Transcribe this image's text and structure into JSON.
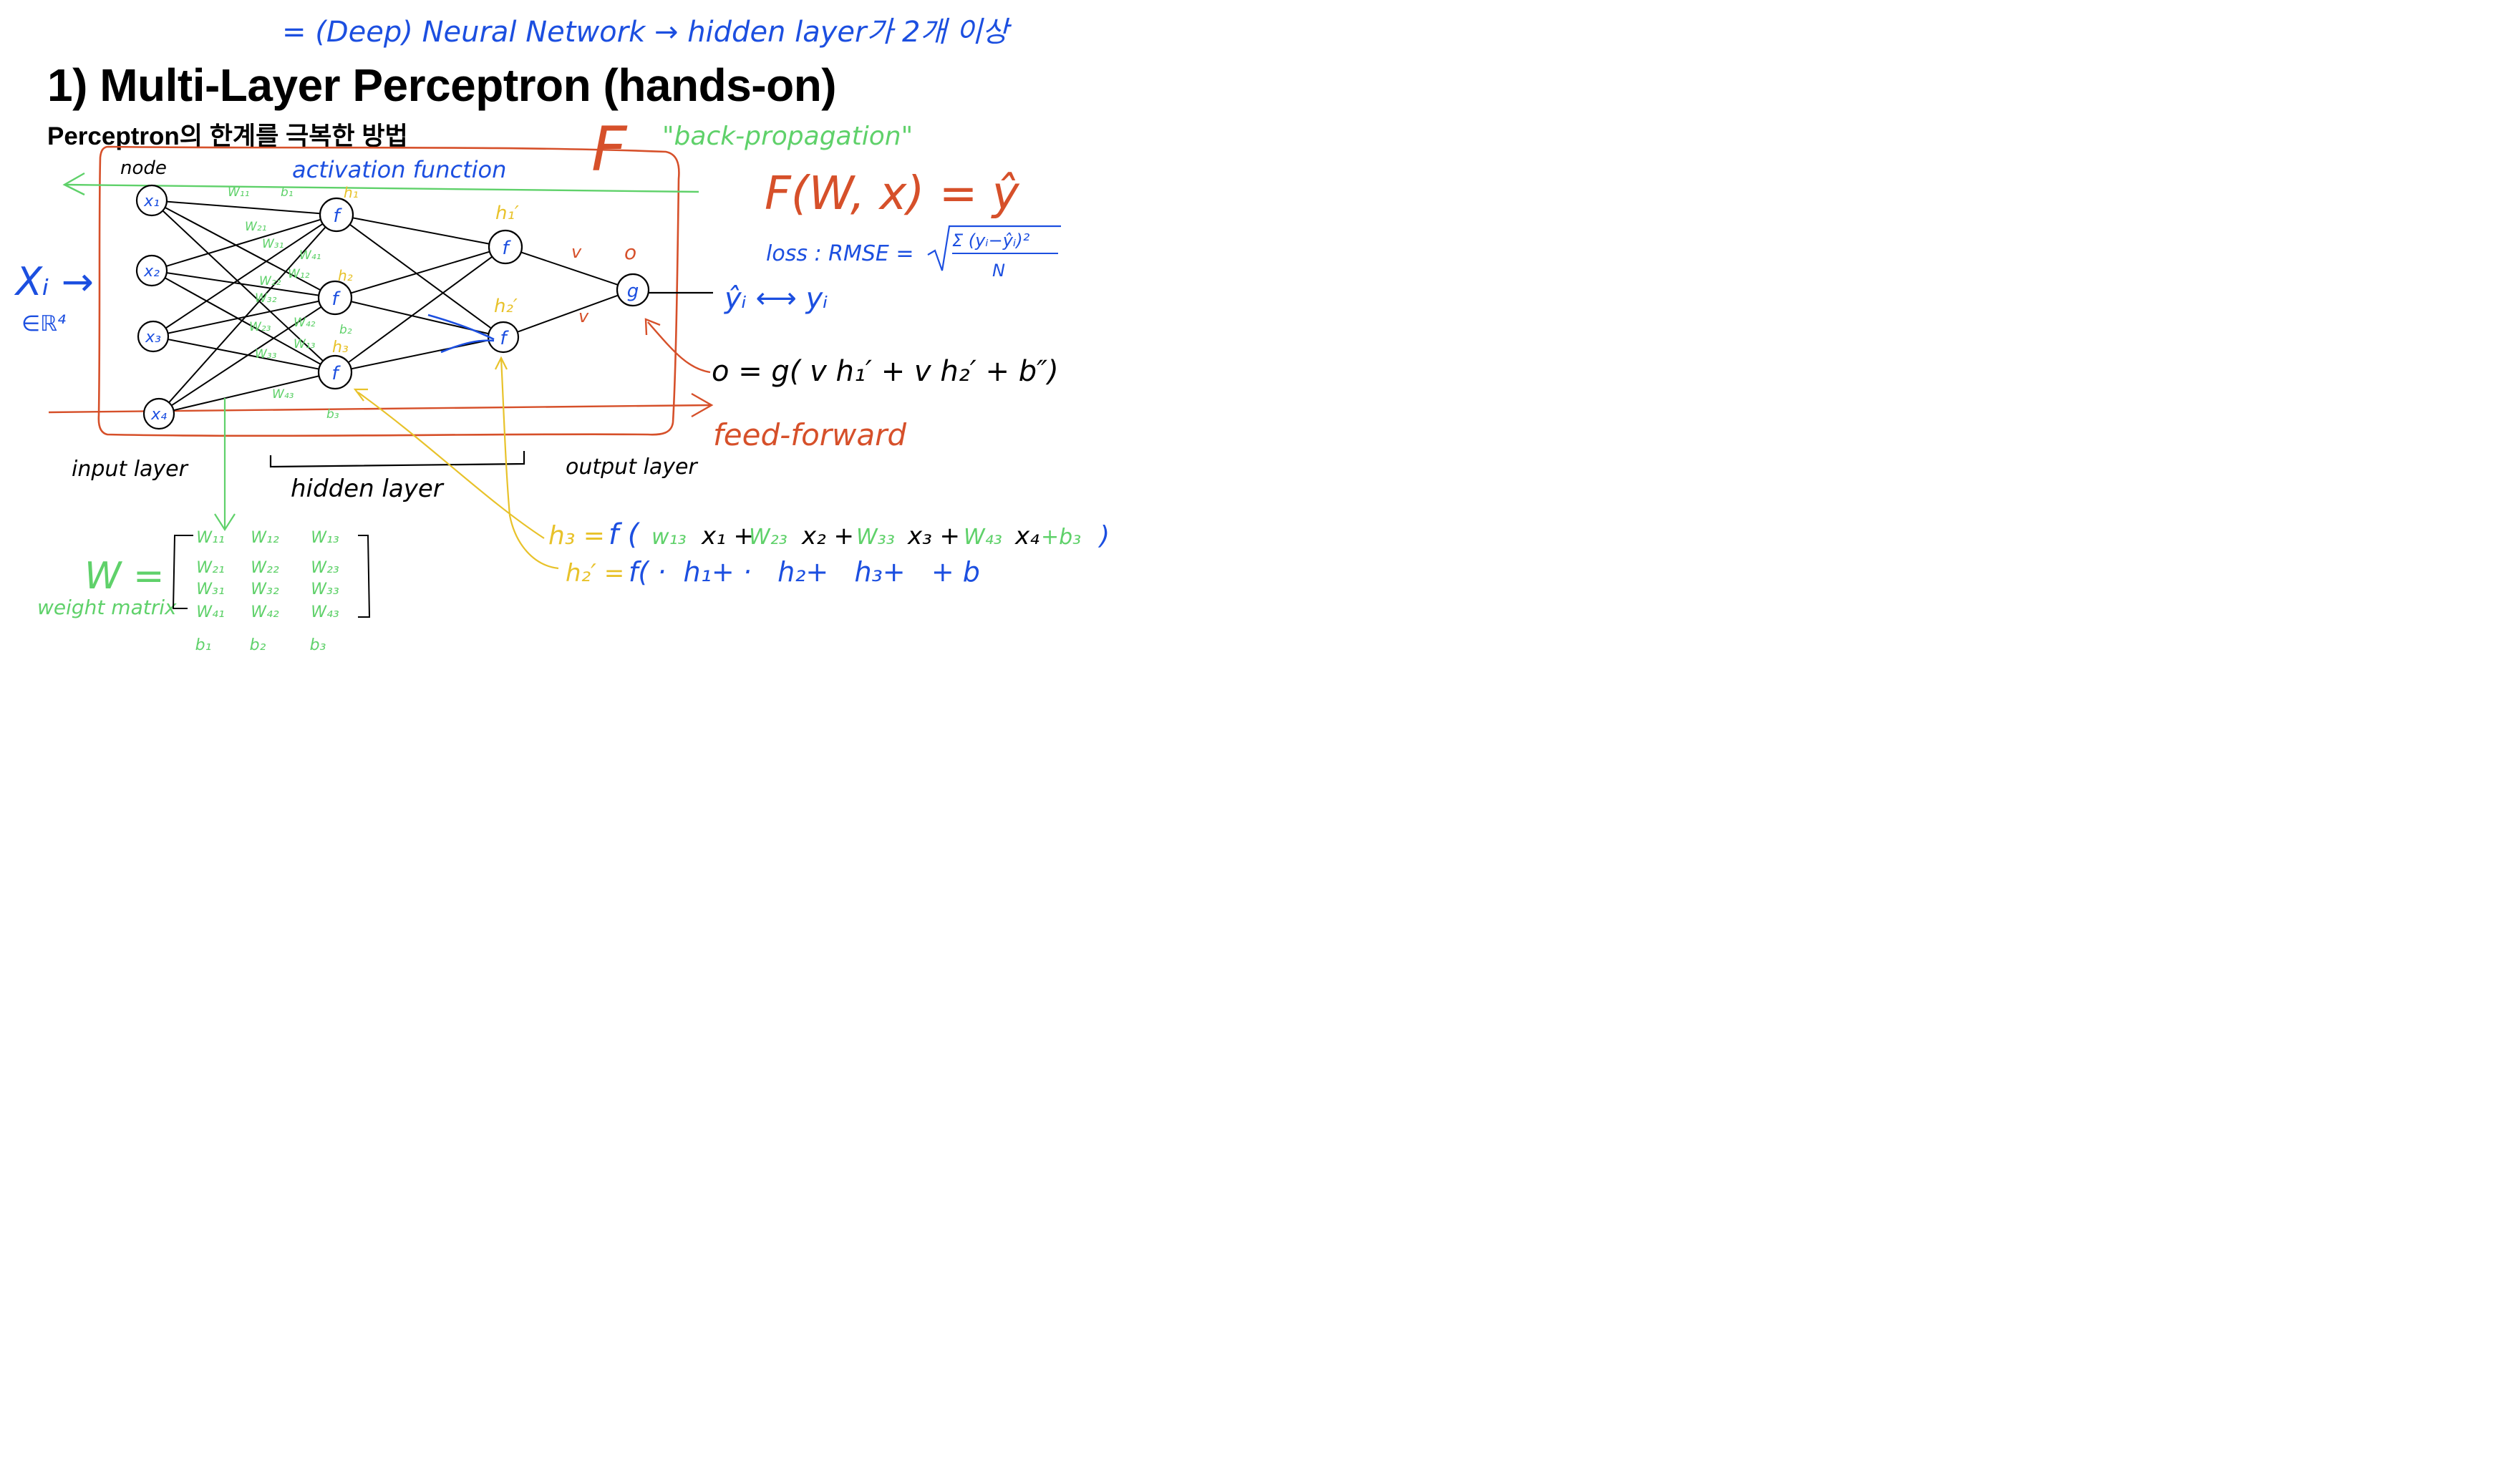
{
  "slide": {
    "title": "1) Multi-Layer Perceptron (hands-on)",
    "subtitle": "Perceptron의 한계를 극복한 방법"
  },
  "colors": {
    "ink": "#000000",
    "blue": "#1c4fe0",
    "orange": "#d6502a",
    "green": "#5fd16a",
    "yellow": "#e8c22a"
  },
  "annotations": {
    "top_note": "= (Deep) Neural Network → hidden layer가 2개 이상",
    "back_propagation": "\"back-propagation\"",
    "feed_forward": "feed-forward",
    "activation_function": "activation function",
    "node": "node",
    "F_big": "F",
    "input_vector": "Xᵢ →",
    "input_space": "∈ℝ⁴",
    "function_eq": "F(W, x) = ŷ",
    "loss_label": "loss : RMSE =",
    "loss_numerator": "Σ (yᵢ−ŷᵢ)²",
    "loss_denominator": "N",
    "output_compare": "ŷᵢ ⟷ yᵢ",
    "output_eq": "o = g( v h₁′ + v h₂′ + b″)",
    "h3_eq_lhs": "h₃ =",
    "h3_eq_f": "f (",
    "h3_eq_terms": [
      {
        "w": "w₁₃",
        "x": "x₁ +"
      },
      {
        "w": "W₂₃",
        "x": "x₂ +"
      },
      {
        "w": "W₃₃",
        "x": "x₃ +"
      },
      {
        "w": "W₄₃",
        "x": "x₄"
      },
      {
        "w": "+b₃",
        "x": ")"
      }
    ],
    "h2p_eq_lhs": "h₂′ =",
    "h2p_eq_rhs": "f( ·  h₁+ ·   h₂+   h₃+   + b",
    "weight_matrix_label": "weight matrix",
    "W_eq": "W =",
    "layers": {
      "input": "input layer",
      "hidden": "hidden layer",
      "output": "output layer"
    }
  },
  "network": {
    "inputs": [
      "x₁",
      "x₂",
      "x₃",
      "x₄"
    ],
    "hidden1": [
      "f",
      "f",
      "f"
    ],
    "hidden2": [
      "f",
      "f"
    ],
    "output": "g",
    "hidden1_labels": [
      "h₁",
      "h₂",
      "h₃"
    ],
    "hidden2_labels": [
      "h₁′",
      "h₂′"
    ],
    "v_labels": [
      "v",
      "v"
    ],
    "o_label": "o",
    "weight_labels": [
      "W₁₁",
      "b₁",
      "W₂₁",
      "W₃₁",
      "W₄₁",
      "W₁₂",
      "W₂₂",
      "W₃₂",
      "W₂₃",
      "W₄₂",
      "b₂",
      "W₁₃",
      "W₃₃",
      "W₄₃",
      "b₃"
    ]
  },
  "weight_matrix": {
    "rows": [
      [
        "W₁₁",
        "W₁₂",
        "W₁₃"
      ],
      [
        "W₂₁",
        "W₂₂",
        "W₂₃"
      ],
      [
        "W₃₁",
        "W₃₂",
        "W₃₃"
      ],
      [
        "W₄₁",
        "W₄₂",
        "W₄₃"
      ]
    ],
    "biases": [
      "b₁",
      "b₂",
      "b₃"
    ]
  }
}
